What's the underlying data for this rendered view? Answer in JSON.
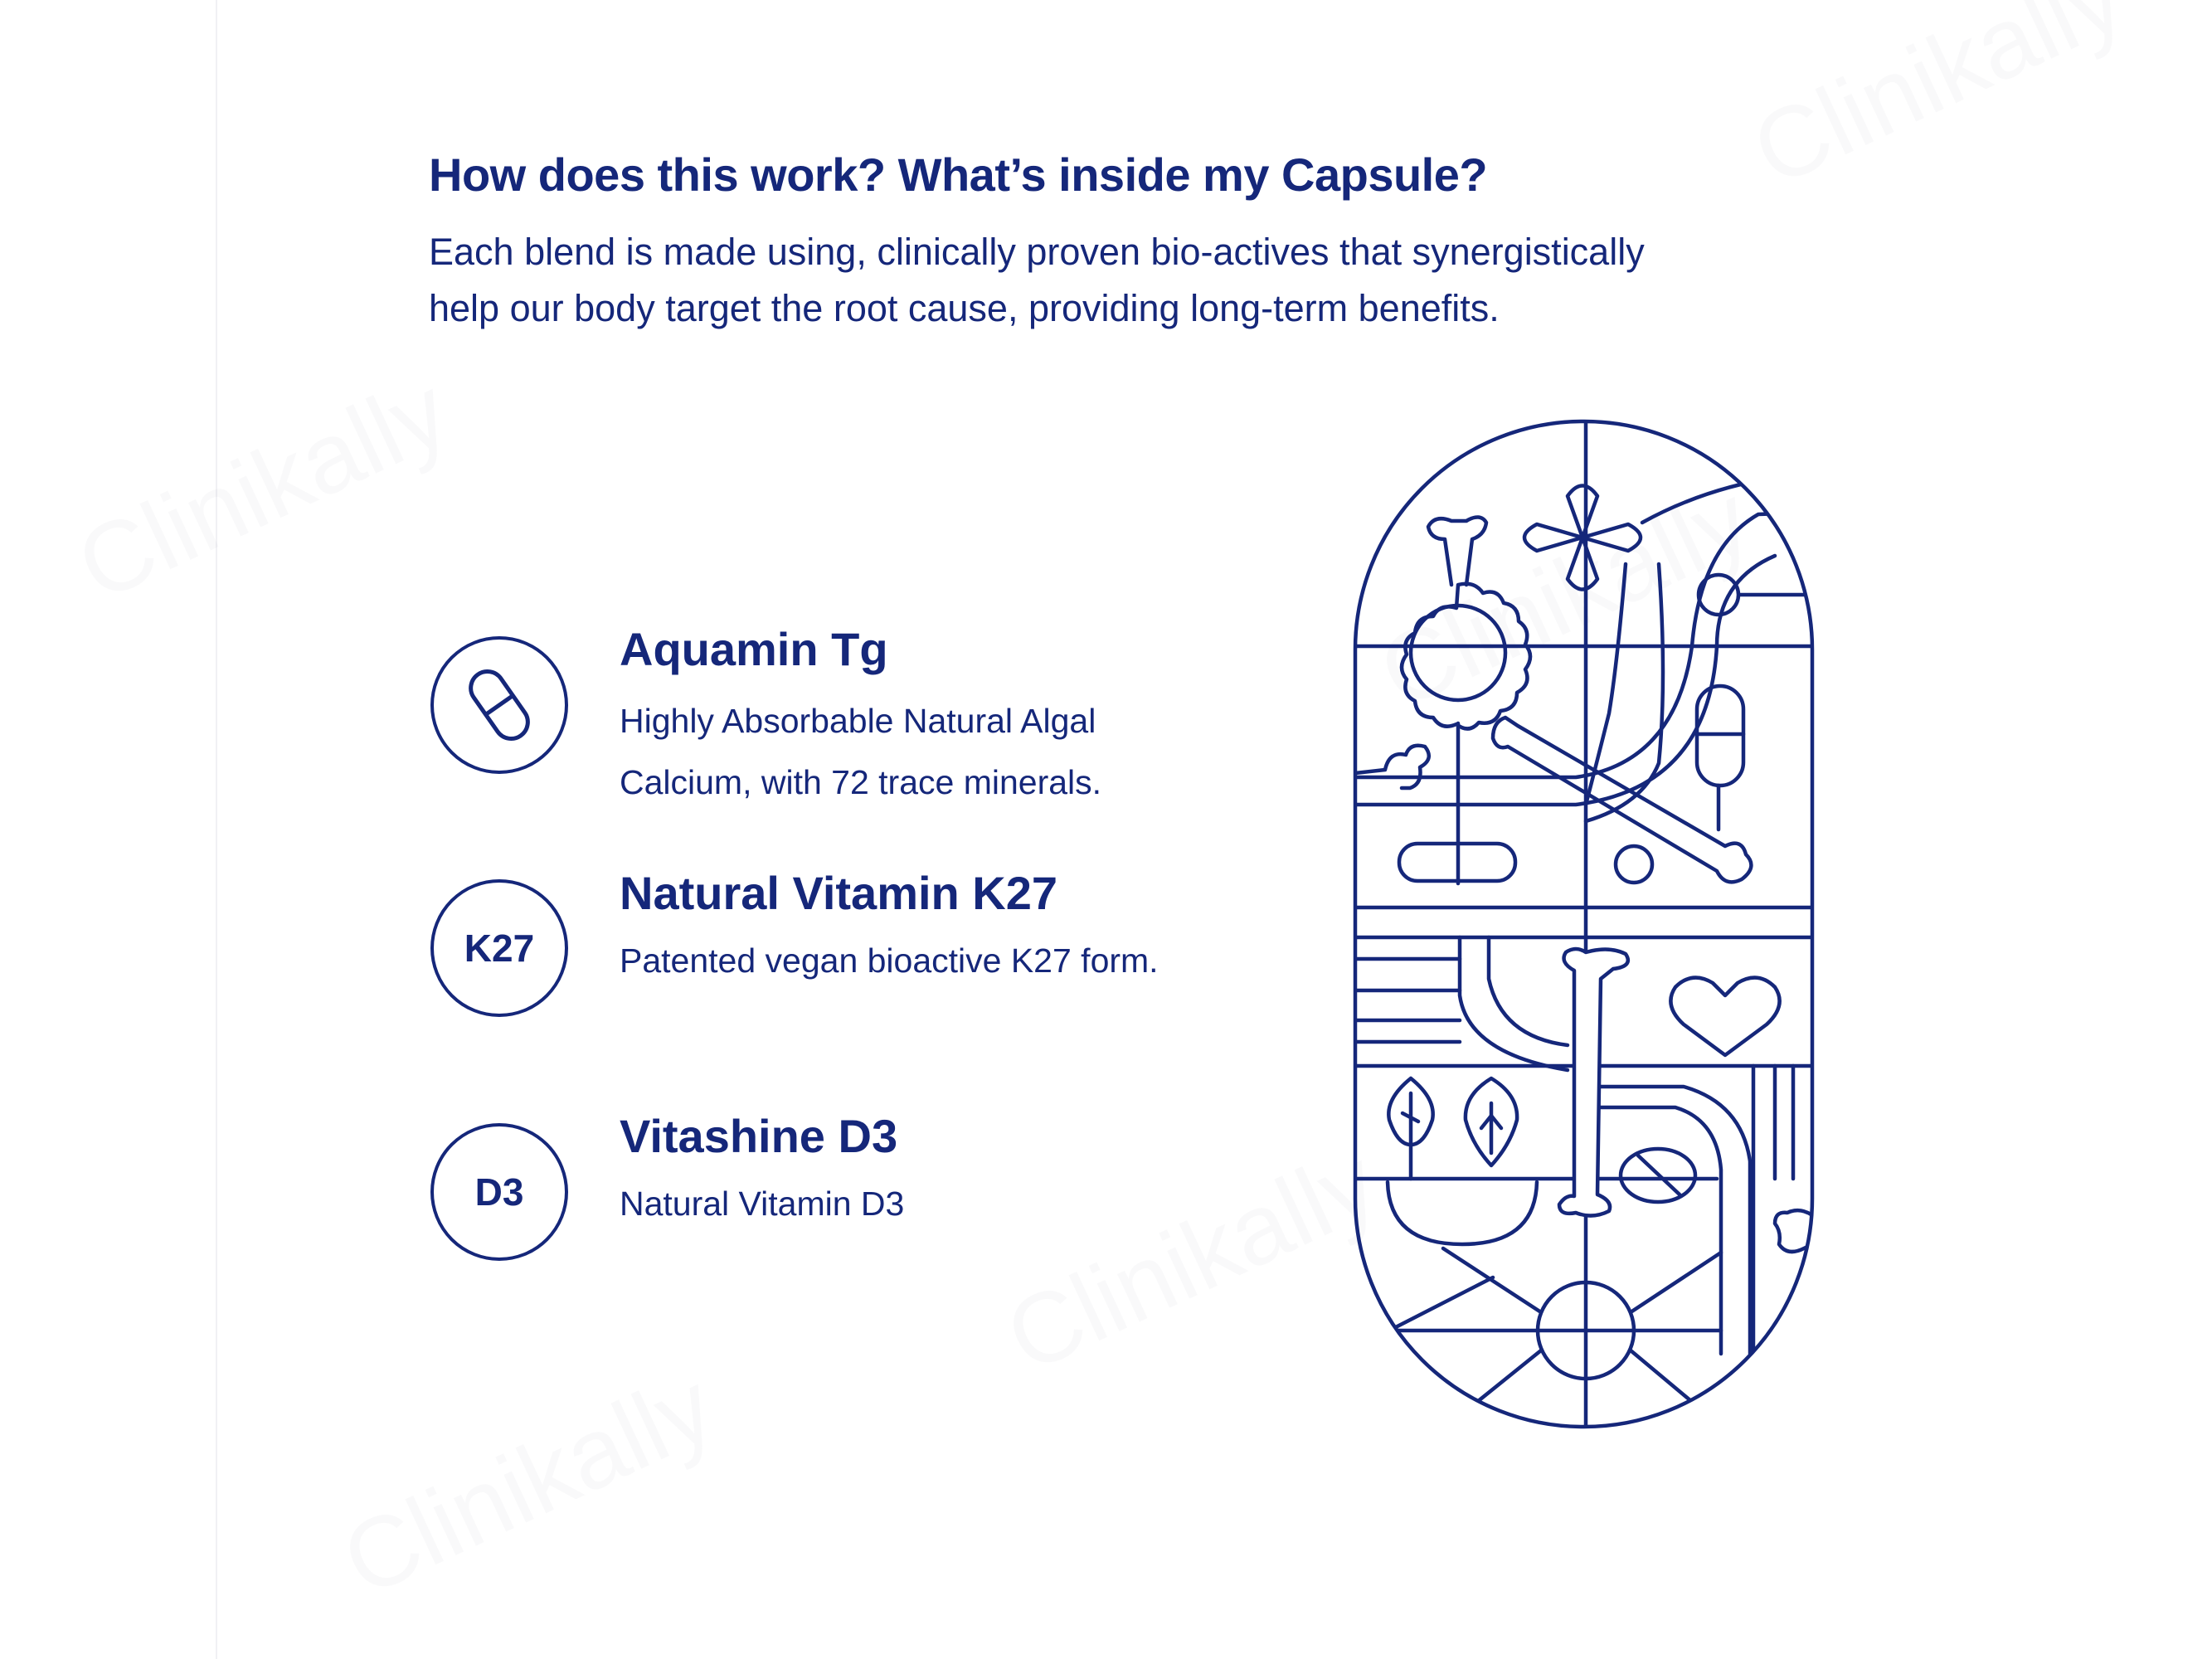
{
  "watermark": "Clinikally",
  "header": {
    "title": "How does this work? What’s inside my Capsule?",
    "intro_line1": "Each blend is made using, clinically proven bio-actives that synergistically",
    "intro_line2": "help our body target the root cause, providing long-term benefits."
  },
  "ingredients": [
    {
      "icon": "capsule-icon",
      "badge": "",
      "name": "Aquamin Tg",
      "desc_line1": "Highly Absorbable Natural Algal",
      "desc_line2": "Calcium, with 72 trace minerals."
    },
    {
      "icon": "k27-badge",
      "badge": "K27",
      "name": "Natural Vitamin K27",
      "desc_line1": "Patented vegan bioactive K27 form."
    },
    {
      "icon": "d3-badge",
      "badge": "D3",
      "name": "Vitashine D3",
      "desc_line1": "Natural Vitamin D3"
    }
  ],
  "colors": {
    "primary": "#15277a",
    "background": "#ffffff"
  }
}
